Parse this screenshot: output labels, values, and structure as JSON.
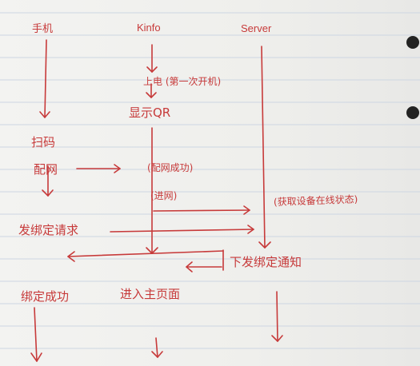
{
  "headers": {
    "phone": "手机",
    "kinfo": "Kinfo",
    "server": "Server"
  },
  "kinfo_steps": {
    "power_on": "上电 (第一次开机)",
    "show_qr": "显示QR",
    "net_success": "(配网成功)",
    "join_net": "(进网)",
    "enter_home": "进入主页面"
  },
  "phone_steps": {
    "scan": "扫码",
    "config_net": "配网",
    "send_bind_request": "发绑定请求",
    "bind_success": "绑定成功"
  },
  "server_steps": {
    "get_status": "(获取设备在线状态)",
    "send_bind_notice": "下发绑定通知"
  },
  "colors": {
    "ink": "#c73a3a",
    "paper": "#f3f3f1",
    "rule": "#cdd6e2"
  }
}
